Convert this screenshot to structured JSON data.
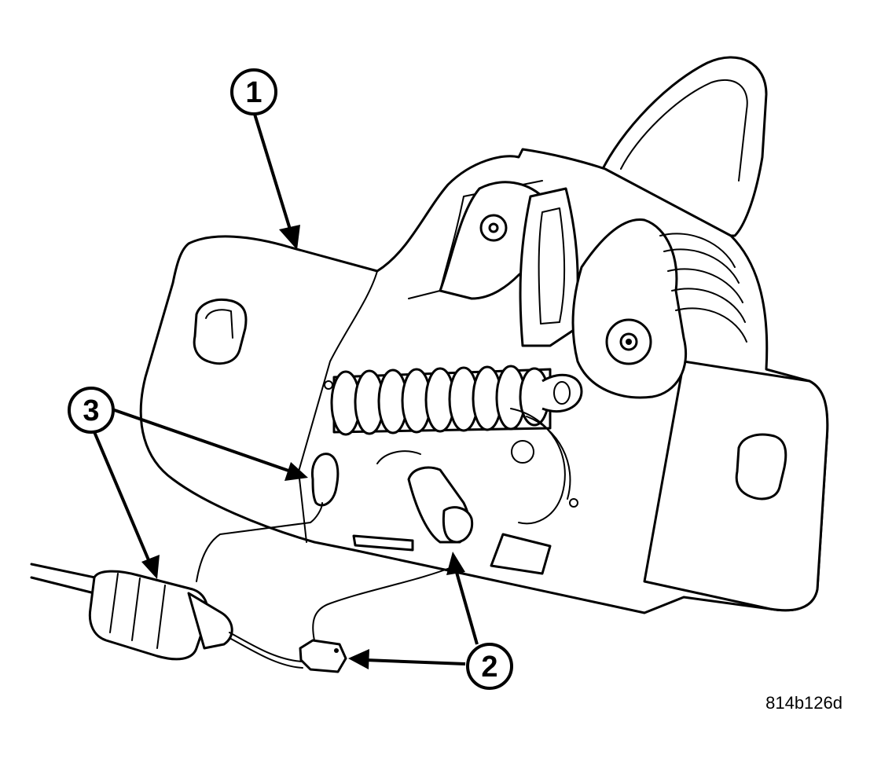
{
  "callouts": [
    {
      "id": "callout-1",
      "label": "1"
    },
    {
      "id": "callout-2",
      "label": "2"
    },
    {
      "id": "callout-3",
      "label": "3"
    }
  ],
  "figure_code": "814b126d"
}
